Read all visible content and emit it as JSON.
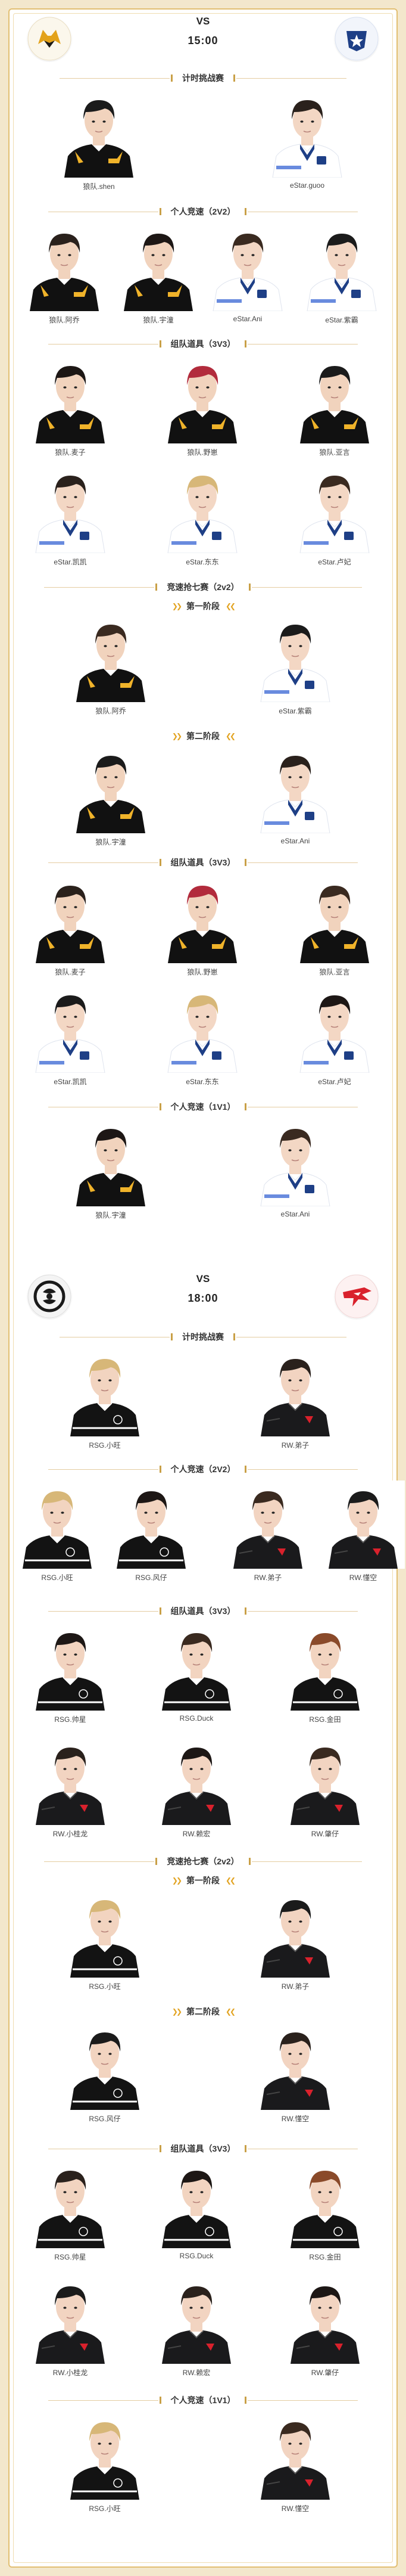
{
  "colors": {
    "gold": "#e2bf72",
    "estar_blue": "#1e3f86",
    "rsg_black": "#1a1a1a",
    "rw_black": "#1d1d1f",
    "rw_red": "#d9212c"
  },
  "matches": [
    {
      "vs": "VS",
      "time": "15:00",
      "left_logo": "wolves-icon",
      "right_logo": "estar-icon",
      "sections": [
        {
          "title": "计时挑战赛",
          "phase": "",
          "players": [
            {
              "name": "狼队.shen",
              "team": "wolf"
            },
            {
              "name": "eStar.guoo",
              "team": "estar"
            }
          ]
        },
        {
          "title": "个人竞速（2V2）",
          "phase": "",
          "players": [
            {
              "name": "狼队.阿乔",
              "team": "wolf"
            },
            {
              "name": "狼队.宇潼",
              "team": "wolf"
            },
            {
              "name": "eStar.Ani",
              "team": "estar"
            },
            {
              "name": "eStar.紫霸",
              "team": "estar"
            }
          ]
        },
        {
          "title": "组队道具（3V3）",
          "phase": "",
          "players": [
            {
              "name": "狼队.麦子",
              "team": "wolf"
            },
            {
              "name": "狼队.野崽",
              "team": "wolf"
            },
            {
              "name": "狼队.亚言",
              "team": "wolf"
            },
            {
              "name": "eStar.凯凯",
              "team": "estar"
            },
            {
              "name": "eStar.东东",
              "team": "estar"
            },
            {
              "name": "eStar.卢妃",
              "team": "estar"
            }
          ]
        },
        {
          "title": "竞速抢七赛（2v2）",
          "phase": "第一阶段",
          "players": [
            {
              "name": "狼队.阿乔",
              "team": "wolf"
            },
            {
              "name": "eStar.紫霸",
              "team": "estar"
            }
          ]
        },
        {
          "title": "",
          "phase": "第二阶段",
          "players": [
            {
              "name": "狼队.宇潼",
              "team": "wolf"
            },
            {
              "name": "eStar.Ani",
              "team": "estar"
            }
          ]
        },
        {
          "title": "组队道具（3V3）",
          "phase": "",
          "players": [
            {
              "name": "狼队.麦子",
              "team": "wolf"
            },
            {
              "name": "狼队.野崽",
              "team": "wolf"
            },
            {
              "name": "狼队.亚言",
              "team": "wolf"
            },
            {
              "name": "eStar.凯凯",
              "team": "estar"
            },
            {
              "name": "eStar.东东",
              "team": "estar"
            },
            {
              "name": "eStar.卢妃",
              "team": "estar"
            }
          ]
        },
        {
          "title": "个人竞速（1V1）",
          "phase": "",
          "players": [
            {
              "name": "狼队.宇潼",
              "team": "wolf"
            },
            {
              "name": "eStar.Ani",
              "team": "estar"
            }
          ]
        }
      ]
    },
    {
      "vs": "VS",
      "time": "18:00",
      "left_logo": "rsg-icon",
      "right_logo": "rw-icon",
      "sections": [
        {
          "title": "计时挑战赛",
          "phase": "",
          "players": [
            {
              "name": "RSG.小旺",
              "team": "rsg"
            },
            {
              "name": "RW.弟子",
              "team": "rw"
            }
          ]
        },
        {
          "title": "个人竞速（2V2）",
          "phase": "",
          "players": [
            {
              "name": "RSG.小旺",
              "team": "rsg"
            },
            {
              "name": "RSG.风仔",
              "team": "rsg"
            },
            {
              "name": "RW.弟子",
              "team": "rw"
            },
            {
              "name": "RW.懂空",
              "team": "rw"
            }
          ]
        },
        {
          "title": "组队道具（3V3）",
          "phase": "",
          "players": [
            {
              "name": "RSG.帅星",
              "team": "rsg"
            },
            {
              "name": "RSG.Duck",
              "team": "rsg"
            },
            {
              "name": "RSG.金田",
              "team": "rsg"
            },
            {
              "name": "RW.小桂龙",
              "team": "rw"
            },
            {
              "name": "RW.赖宏",
              "team": "rw"
            },
            {
              "name": "RW.肇仔",
              "team": "rw"
            }
          ]
        },
        {
          "title": "竞速抢七赛（2v2）",
          "phase": "第一阶段",
          "players": [
            {
              "name": "RSG.小旺",
              "team": "rsg"
            },
            {
              "name": "RW.弟子",
              "team": "rw"
            }
          ]
        },
        {
          "title": "",
          "phase": "第二阶段",
          "players": [
            {
              "name": "RSG.风仔",
              "team": "rsg"
            },
            {
              "name": "RW.懂空",
              "team": "rw"
            }
          ]
        },
        {
          "title": "组队道具（3V3）",
          "phase": "",
          "players": [
            {
              "name": "RSG.帅星",
              "team": "rsg"
            },
            {
              "name": "RSG.Duck",
              "team": "rsg"
            },
            {
              "name": "RSG.金田",
              "team": "rsg"
            },
            {
              "name": "RW.小桂龙",
              "team": "rw"
            },
            {
              "name": "RW.赖宏",
              "team": "rw"
            },
            {
              "name": "RW.肇仔",
              "team": "rw"
            }
          ]
        },
        {
          "title": "个人竞速（1V1）",
          "phase": "",
          "players": [
            {
              "name": "RSG.小旺",
              "team": "rsg"
            },
            {
              "name": "RW.懂空",
              "team": "rw"
            }
          ]
        }
      ]
    }
  ]
}
